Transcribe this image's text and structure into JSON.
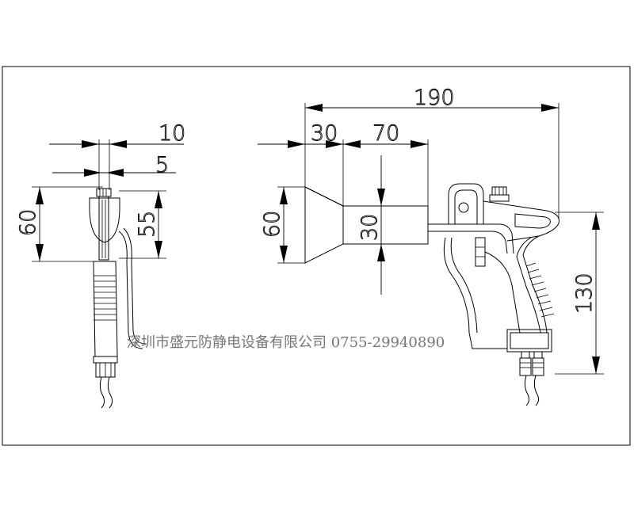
{
  "dimensions": {
    "side_top_width": "10",
    "side_inner_width": "5",
    "side_height": "60",
    "side_inner_height": "55",
    "front_total_length": "190",
    "front_nozzle_length": "30",
    "front_barrel_length": "70",
    "front_nozzle_height": "60",
    "front_barrel_height": "30",
    "front_total_height": "130"
  },
  "footer": {
    "company": "深圳市盛元防静电设备有限公司 0755-29940890"
  }
}
